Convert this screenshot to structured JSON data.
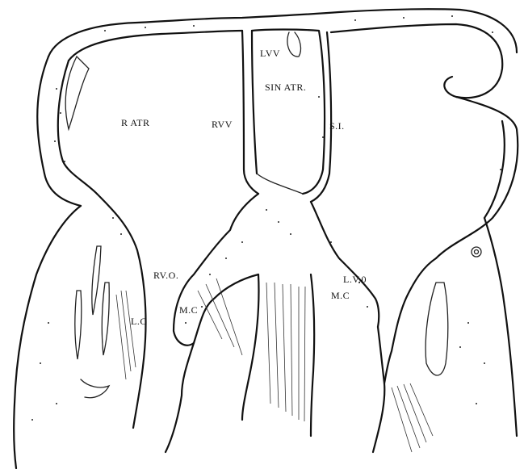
{
  "labels": {
    "lvv": "LVV",
    "sin_atr": "SIN ATR.",
    "r_atr": "R ATR",
    "rvv": "RVV",
    "si": "S.I.",
    "rvo": "RV.O.",
    "lvo": "L.V.0",
    "mc_left": "M.C",
    "mc_right": "M.C",
    "lc": "L.C"
  }
}
